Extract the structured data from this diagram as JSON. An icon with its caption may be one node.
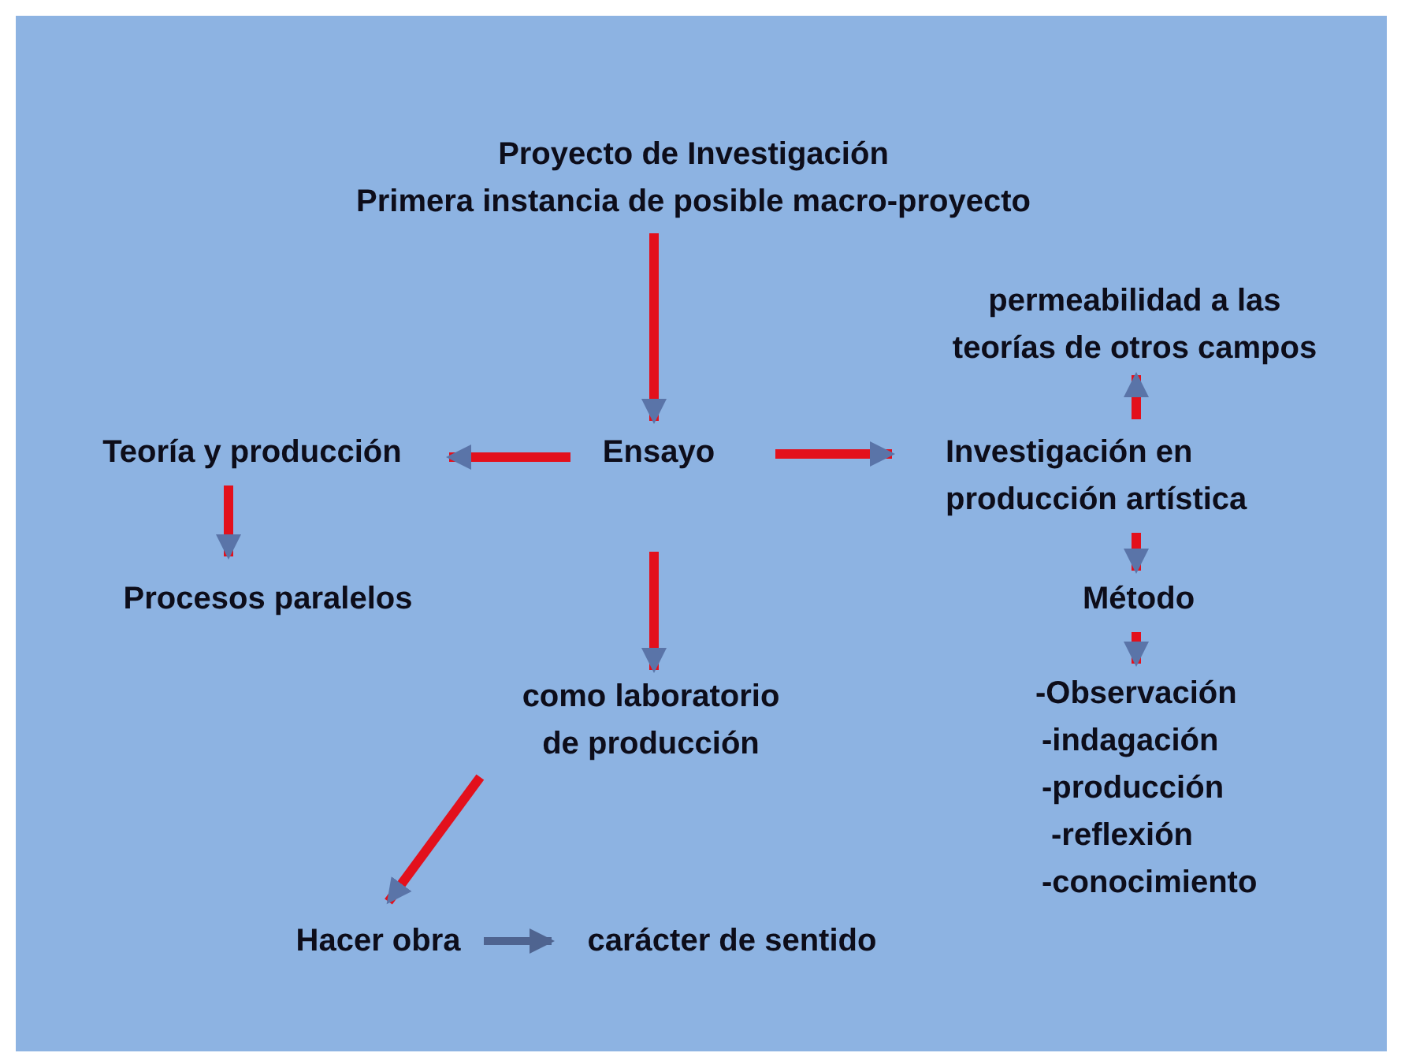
{
  "diagram": {
    "nodes": [
      {
        "text": [
          "Proyecto de Investigación",
          "Primera instancia de posible macro-proyecto"
        ]
      },
      {
        "text": [
          "Ensayo"
        ]
      },
      {
        "text": [
          "Teoría y producción"
        ]
      },
      {
        "text": [
          "Procesos paralelos"
        ]
      },
      {
        "text": [
          "Investigación en producción artística"
        ]
      },
      {
        "text": [
          "permeabilidad a las teorías de otros campos"
        ]
      },
      {
        "text": [
          "Método"
        ]
      },
      {
        "text": [
          "-Observación",
          "-indagación",
          "-producción",
          "-reflexión",
          "-conocimiento"
        ]
      },
      {
        "text": [
          "como laboratorio de producción"
        ]
      },
      {
        "text": [
          "Hacer obra"
        ]
      },
      {
        "text": [
          "carácter de sentido"
        ]
      }
    ],
    "edges": [
      {
        "from": 0,
        "to": 1,
        "arrow": "to"
      },
      {
        "from": 1,
        "to": 2,
        "arrow": "to"
      },
      {
        "from": 2,
        "to": 3,
        "arrow": "to"
      },
      {
        "from": 1,
        "to": 4,
        "arrow": "to"
      },
      {
        "from": 4,
        "to": 5,
        "arrow": "to"
      },
      {
        "from": 4,
        "to": 6,
        "arrow": "to"
      },
      {
        "from": 6,
        "to": 7,
        "arrow": "to"
      },
      {
        "from": 1,
        "to": 8,
        "arrow": "to"
      },
      {
        "from": 8,
        "to": 9,
        "arrow": "to"
      },
      {
        "from": 9,
        "to": 10,
        "arrow": "to",
        "color": "#4f6490"
      }
    ]
  }
}
